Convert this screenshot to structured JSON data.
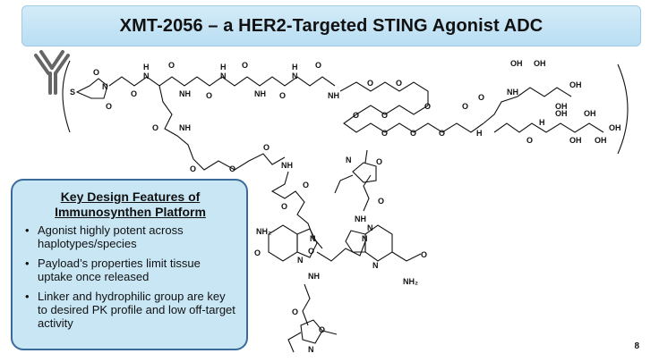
{
  "title": "XMT-2056 – a HER2-Targeted STING Agonist ADC",
  "features": {
    "heading_line1": "Key Design Features of",
    "heading_line2": "Immunosynthen Platform",
    "bullets": [
      "Agonist highly potent across haplotypes/species",
      "Payload’s properties limit tissue uptake once released",
      "Linker and hydrophilic group are key to desired PK profile and low off-target activity"
    ]
  },
  "page_number": "8",
  "molecule_labels": {
    "s": "S",
    "n": "N",
    "o": "O",
    "nh": "NH",
    "h": "H",
    "oh": "OH",
    "nh2": "NH₂"
  },
  "colors": {
    "title_bg": "#c3e4f6",
    "box_bg": "#c9e6f5",
    "box_border": "#3b6b9a"
  }
}
